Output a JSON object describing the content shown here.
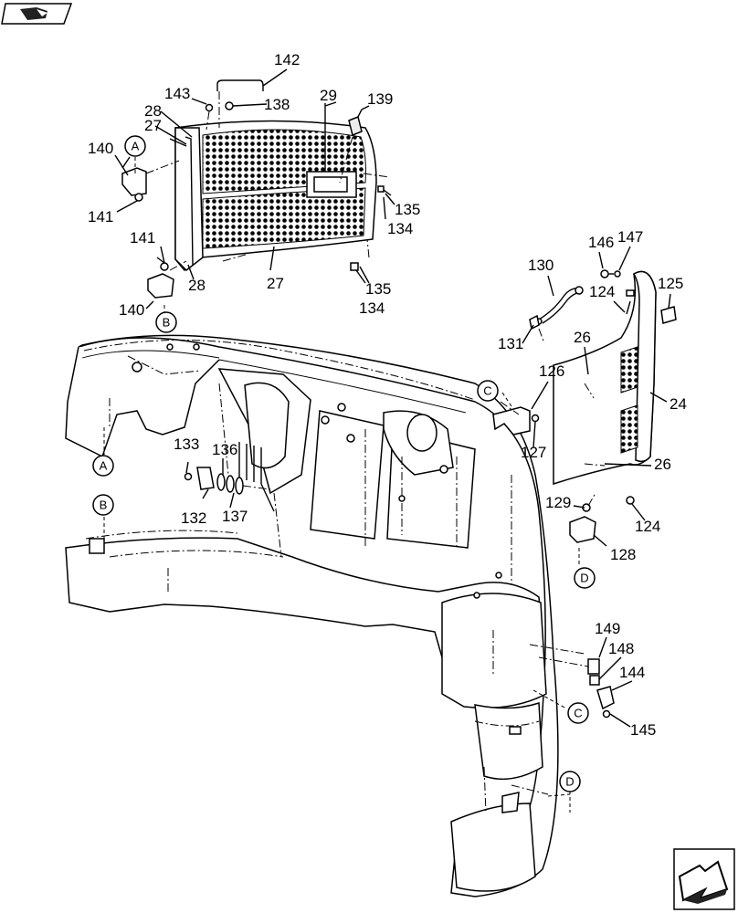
{
  "labels": {
    "l142": "142",
    "l143": "143",
    "l138": "138",
    "l29": "29",
    "l139": "139",
    "l28a": "28",
    "l27a": "27",
    "l140a": "140",
    "l141a": "141",
    "l135a": "135",
    "l134a": "134",
    "l141b": "141",
    "l28b": "28",
    "l27b": "27",
    "l140b": "140",
    "l135b": "135",
    "l134b": "134",
    "l146": "146",
    "l147": "147",
    "l130": "130",
    "l125": "125",
    "l124a": "124",
    "l131": "131",
    "l26a": "26",
    "l126": "126",
    "l24": "24",
    "l127": "127",
    "l133": "133",
    "l136": "136",
    "l26b": "26",
    "l132": "132",
    "l137": "137",
    "l129": "129",
    "l124b": "124",
    "l128": "128",
    "l149": "149",
    "l148": "148",
    "l144": "144",
    "l145": "145"
  },
  "callouts": {
    "A1": "A",
    "B1": "B",
    "A2": "A",
    "B2": "B",
    "C1": "C",
    "D1": "D",
    "C2": "C",
    "D2": "D"
  },
  "icons": {
    "top_left": "book-arrow-icon",
    "bottom_right": "next-page-arrow-icon"
  }
}
